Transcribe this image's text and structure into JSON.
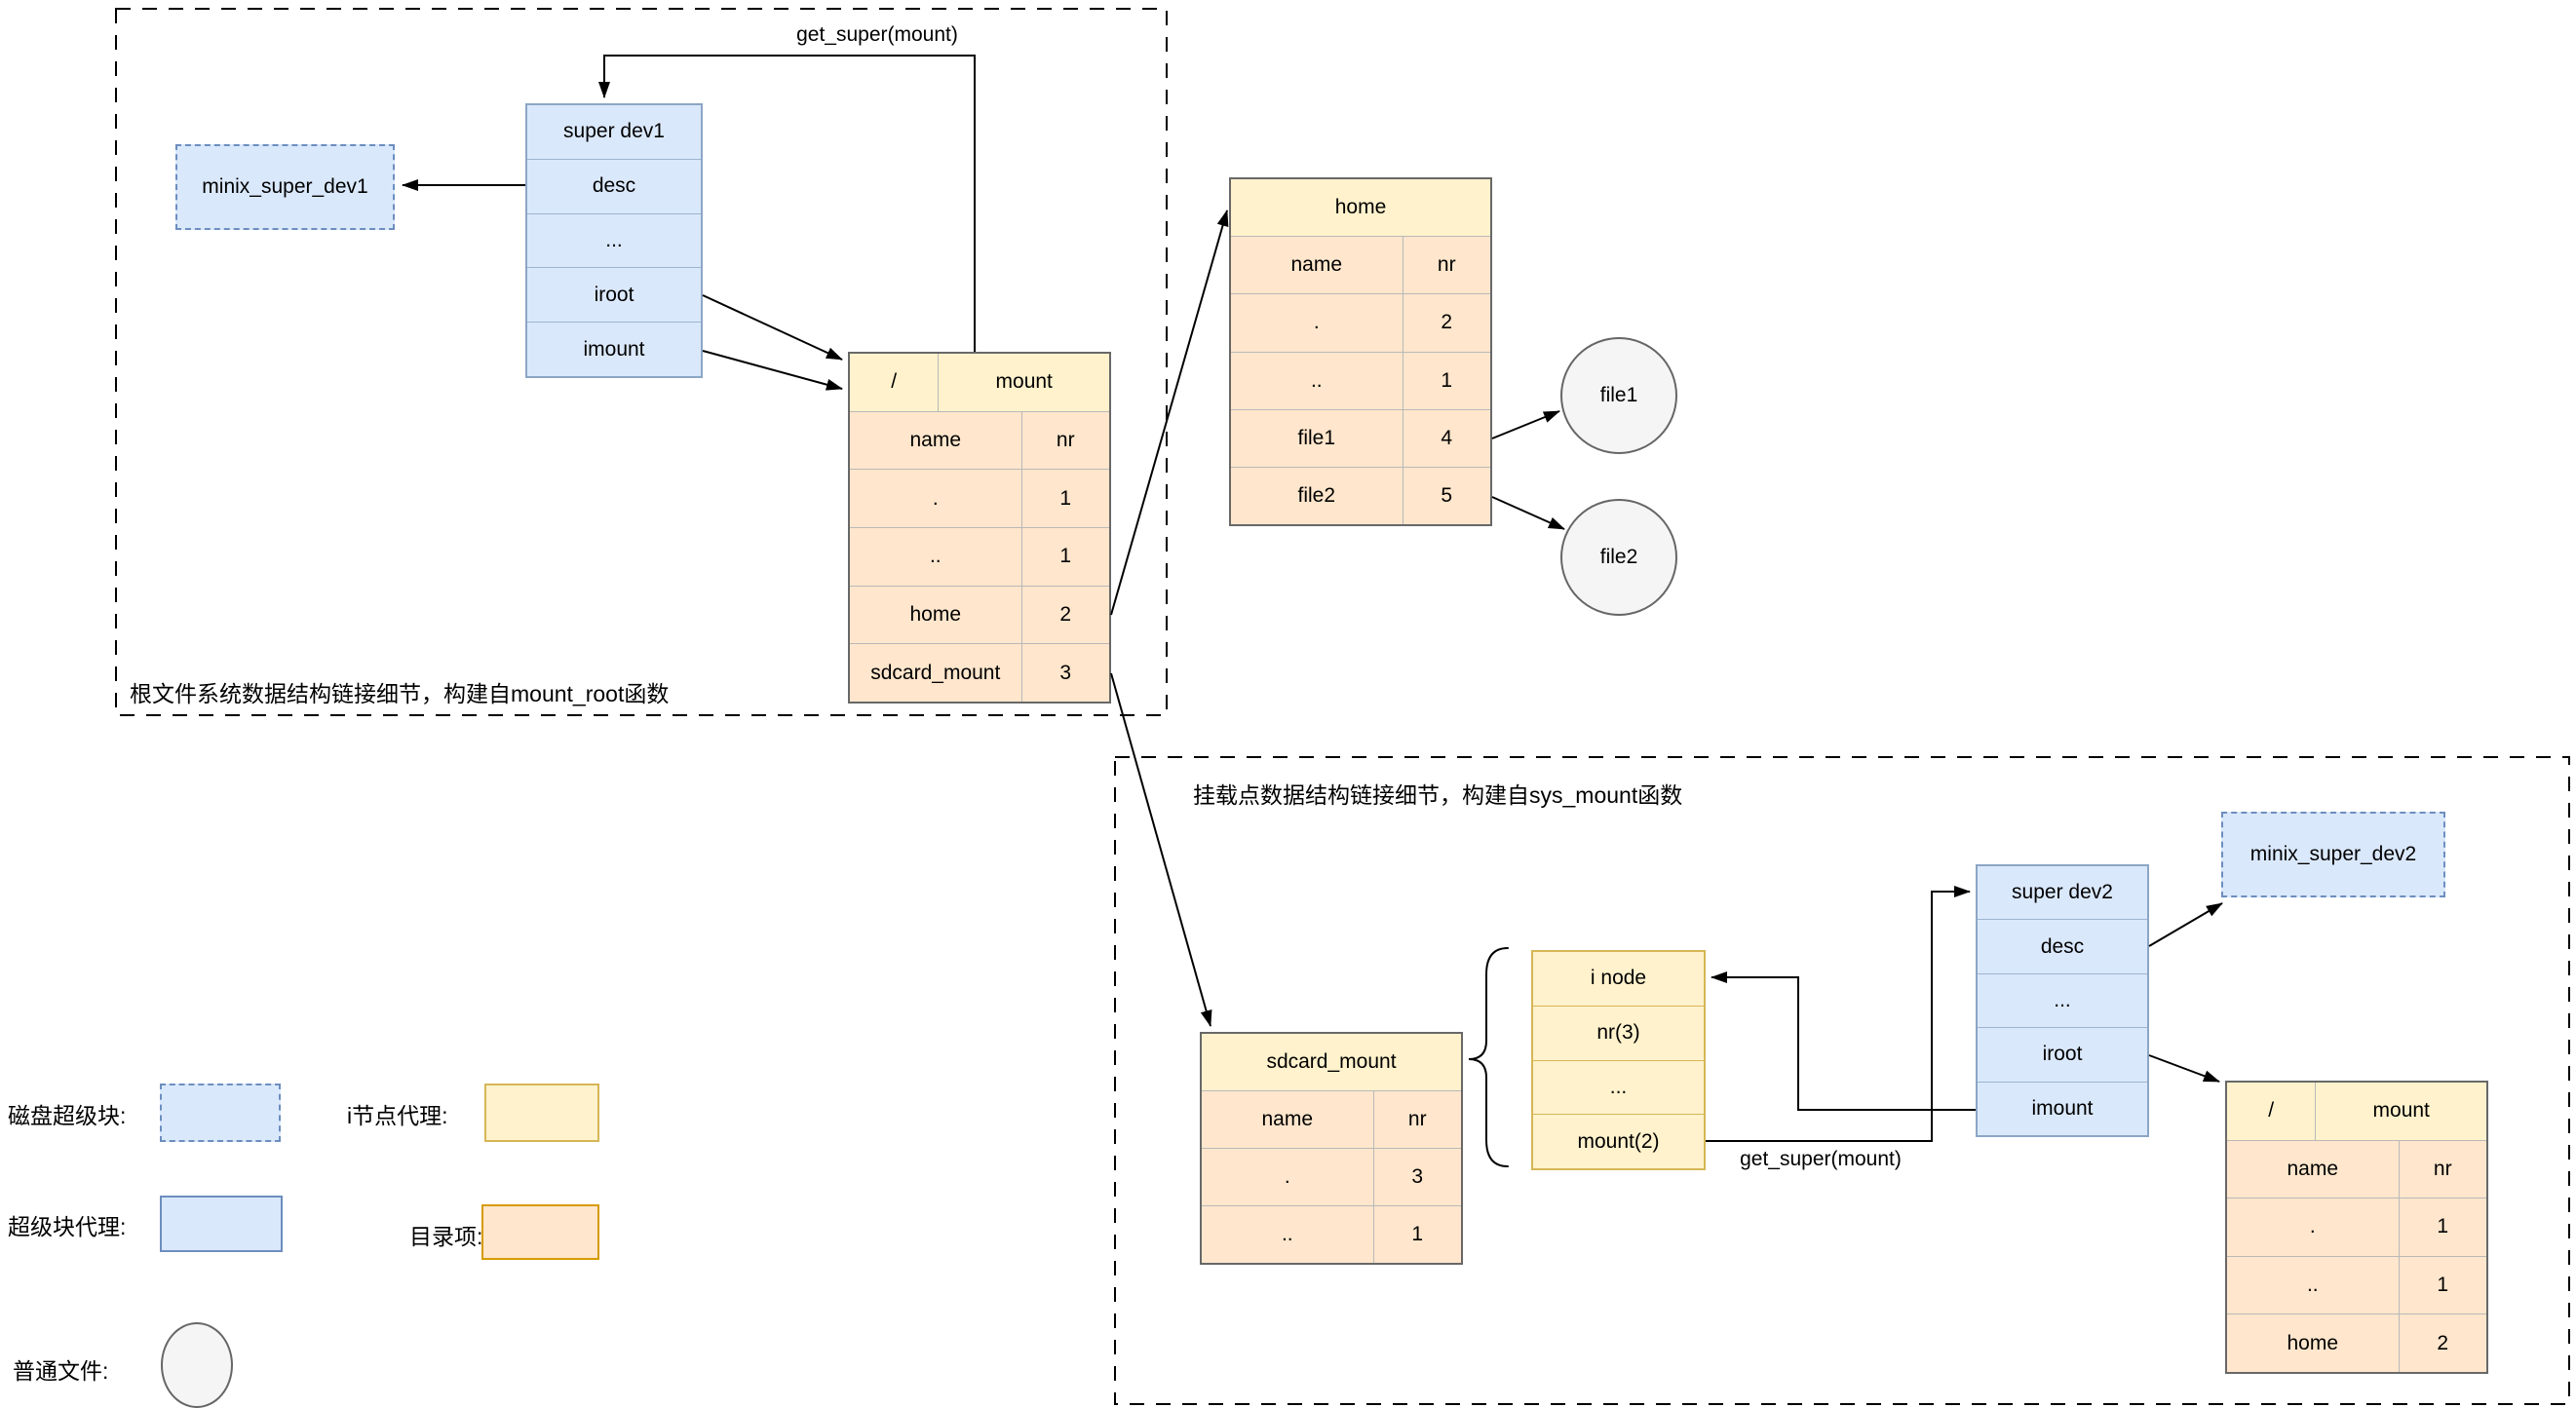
{
  "diagram": {
    "boxes": {
      "root_box": {
        "caption": "根文件系统数据结构链接细节，构建自mount_root函数"
      },
      "mount_box": {
        "caption": "挂载点数据结构链接细节，构建自sys_mount函数"
      }
    },
    "labels": {
      "get_super_root": "get_super(mount)",
      "get_super_mount": "get_super(mount)"
    },
    "nodes": {
      "minix_super_dev1": {
        "label": "minix_super_dev1"
      },
      "minix_super_dev2": {
        "label": "minix_super_dev2"
      },
      "super_dev1": {
        "rows": [
          "super dev1",
          "desc",
          "...",
          "iroot",
          "imount"
        ]
      },
      "super_dev2": {
        "rows": [
          "super dev2",
          "desc",
          "...",
          "iroot",
          "imount"
        ]
      },
      "inode": {
        "rows": [
          "i node",
          "nr(3)",
          "...",
          "mount(2)"
        ]
      },
      "mount_root": {
        "header": [
          "/",
          "mount"
        ],
        "columns": [
          "name",
          "nr"
        ],
        "rows": [
          [
            ".",
            "1"
          ],
          [
            "..",
            "1"
          ],
          [
            "home",
            "2"
          ],
          [
            "sdcard_mount",
            "3"
          ]
        ]
      },
      "home_dir": {
        "header": "home",
        "columns": [
          "name",
          "nr"
        ],
        "rows": [
          [
            ".",
            "2"
          ],
          [
            "..",
            "1"
          ],
          [
            "file1",
            "4"
          ],
          [
            "file2",
            "5"
          ]
        ]
      },
      "sdcard_dir": {
        "header": "sdcard_mount",
        "columns": [
          "name",
          "nr"
        ],
        "rows": [
          [
            ".",
            "3"
          ],
          [
            "..",
            "1"
          ]
        ]
      },
      "mount_dev2": {
        "header": [
          "/",
          "mount"
        ],
        "columns": [
          "name",
          "nr"
        ],
        "rows": [
          [
            ".",
            "1"
          ],
          [
            "..",
            "1"
          ],
          [
            "home",
            "2"
          ]
        ]
      },
      "file1": {
        "label": "file1"
      },
      "file2": {
        "label": "file2"
      }
    },
    "legend": {
      "disk_superblock": {
        "label": "磁盘超级块:"
      },
      "inode_proxy": {
        "label": "i节点代理:"
      },
      "superblock_proxy": {
        "label": "超级块代理:"
      },
      "dirent": {
        "label": "目录项:"
      },
      "regular_file": {
        "label": "普通文件:"
      }
    },
    "colors": {
      "blue_fill": "#dae8fc",
      "blue_border": "#6c8ebf",
      "yellow_fill": "#fff2cc",
      "yellow_border": "#d6b656",
      "orange_fill": "#ffe6cc",
      "orange_border": "#d79b00",
      "file_fill": "#f5f5f5",
      "file_border": "#666666",
      "line": "#000000"
    }
  }
}
